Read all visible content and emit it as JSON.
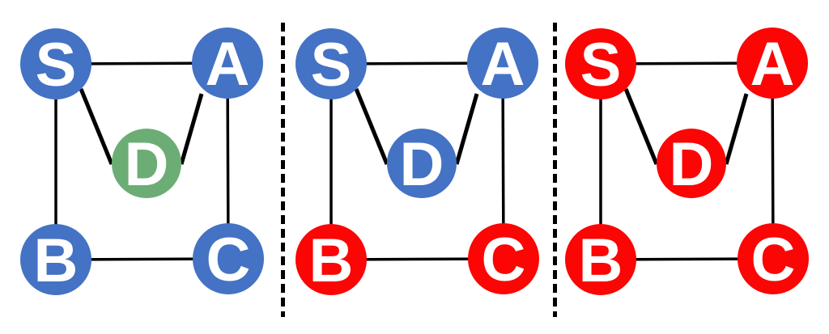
{
  "figure": {
    "type": "graph-diagram",
    "panel_count": 3,
    "node_ids": [
      "S",
      "A",
      "D",
      "B",
      "C"
    ],
    "edges": [
      "S-A",
      "S-B",
      "S-D",
      "A-D",
      "A-C",
      "B-C"
    ]
  },
  "colors": {
    "blue": "#4472C4",
    "green": "#6CAD75",
    "red": "#FB0505",
    "edge": "#000000",
    "divider": "#000000",
    "label": "#FFFFFF",
    "background": "#FFFFFF"
  },
  "panels": [
    {
      "name": "left",
      "nodes": {
        "S": {
          "label": "S",
          "color": "#4472C4"
        },
        "A": {
          "label": "A",
          "color": "#4472C4"
        },
        "D": {
          "label": "D",
          "color": "#6CAD75"
        },
        "B": {
          "label": "B",
          "color": "#4472C4"
        },
        "C": {
          "label": "C",
          "color": "#4472C4"
        }
      }
    },
    {
      "name": "middle",
      "nodes": {
        "S": {
          "label": "S",
          "color": "#4472C4"
        },
        "A": {
          "label": "A",
          "color": "#4472C4"
        },
        "D": {
          "label": "D",
          "color": "#4472C4"
        },
        "B": {
          "label": "B",
          "color": "#FB0505"
        },
        "C": {
          "label": "C",
          "color": "#FB0505"
        }
      }
    },
    {
      "name": "right",
      "nodes": {
        "S": {
          "label": "S",
          "color": "#FB0505"
        },
        "A": {
          "label": "A",
          "color": "#FB0505"
        },
        "D": {
          "label": "D",
          "color": "#FB0505"
        },
        "B": {
          "label": "B",
          "color": "#FB0505"
        },
        "C": {
          "label": "C",
          "color": "#FB0505"
        }
      }
    }
  ]
}
